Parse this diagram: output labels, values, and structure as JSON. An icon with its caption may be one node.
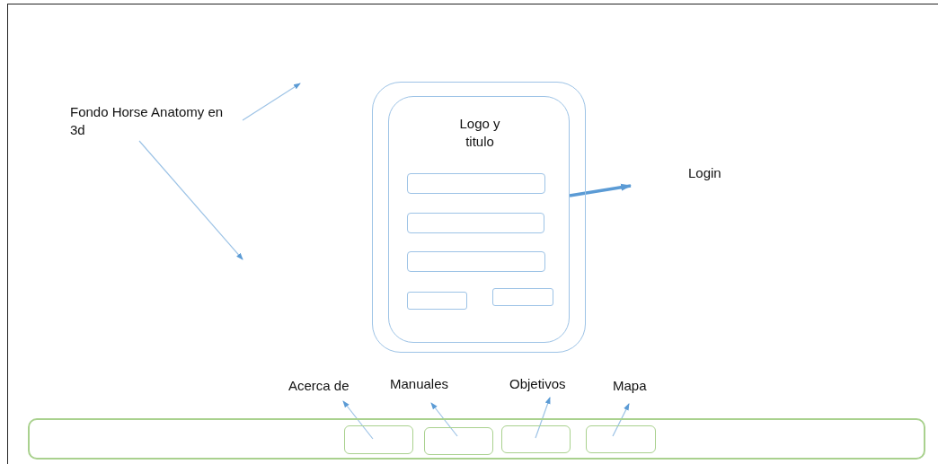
{
  "diagram": {
    "nodes": [
      {
        "text": [
          "Fondo Horse Anatomy en 3d"
        ]
      },
      {
        "text": [],
        "shape": "box"
      },
      {
        "text": [
          "Logo y titulo"
        ],
        "in": 1
      },
      {
        "text": [],
        "shape": "box",
        "in": 2
      },
      {
        "text": [],
        "shape": "box",
        "in": 2
      },
      {
        "text": [],
        "shape": "box",
        "in": 2
      },
      {
        "text": [],
        "shape": "box",
        "in": 2
      },
      {
        "text": [],
        "shape": "box",
        "in": 2
      },
      {
        "text": [
          "Login"
        ]
      },
      {
        "text": [],
        "shape": "bar"
      },
      {
        "text": [],
        "shape": "box",
        "in": 9
      },
      {
        "text": [],
        "shape": "box",
        "in": 9
      },
      {
        "text": [],
        "shape": "box",
        "in": 9
      },
      {
        "text": [],
        "shape": "box",
        "in": 9
      },
      {
        "text": [
          "Acerca de"
        ]
      },
      {
        "text": [
          "Manuales"
        ]
      },
      {
        "text": [
          "Objetivos"
        ]
      },
      {
        "text": [
          "Mapa"
        ]
      }
    ],
    "edges": [
      {
        "from": 0,
        "to": null,
        "arrow": "to"
      },
      {
        "from": 0,
        "to": null,
        "arrow": "to"
      },
      {
        "from": 2,
        "to": 8,
        "arrow": "to",
        "style": "thick",
        "color": "#5b9bd5"
      },
      {
        "from": 10,
        "to": 14,
        "arrow": "to"
      },
      {
        "from": 11,
        "to": 15,
        "arrow": "to"
      },
      {
        "from": 12,
        "to": 16,
        "arrow": "to"
      },
      {
        "from": 13,
        "to": 17,
        "arrow": "to"
      }
    ]
  }
}
